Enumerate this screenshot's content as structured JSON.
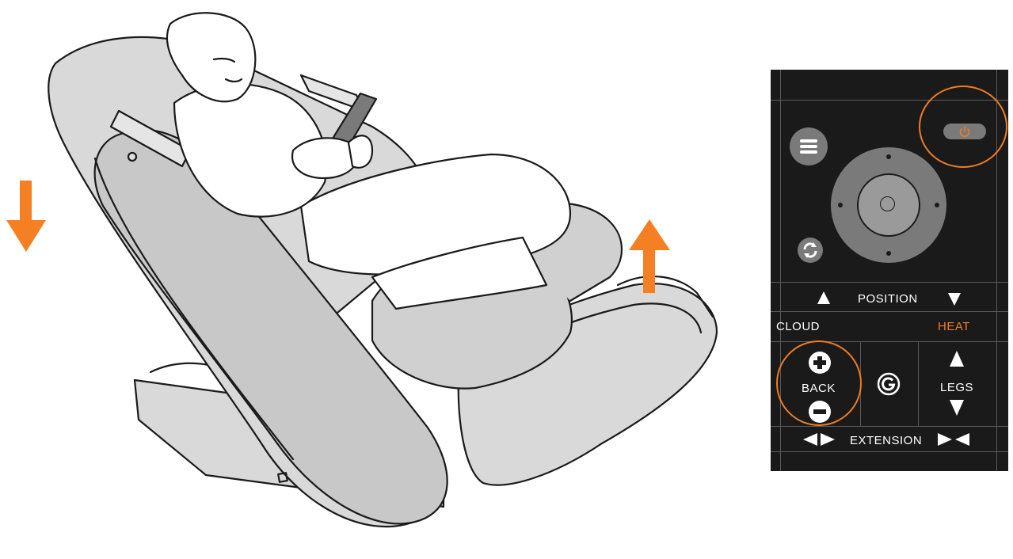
{
  "diagram": {
    "arrows": [
      {
        "name": "recline-down-arrow",
        "direction": "down",
        "color": "#f58024"
      },
      {
        "name": "legs-up-arrow",
        "direction": "up",
        "color": "#f58024"
      }
    ]
  },
  "remote": {
    "colors": {
      "background": "#1a1a1a",
      "accent": "#f07c22",
      "button": "#7a7a7a",
      "text": "#ffffff"
    },
    "icons": [
      "menu-icon",
      "refresh-icon",
      "power-icon",
      "g-logo-icon"
    ],
    "position_label": "POSITION",
    "cloud_label": "CLOUD",
    "heat_label": "HEAT",
    "back_label": "BACK",
    "legs_label": "LEGS",
    "extension_label": "EXTENSION",
    "highlighted": [
      "power-button",
      "back-control"
    ]
  }
}
